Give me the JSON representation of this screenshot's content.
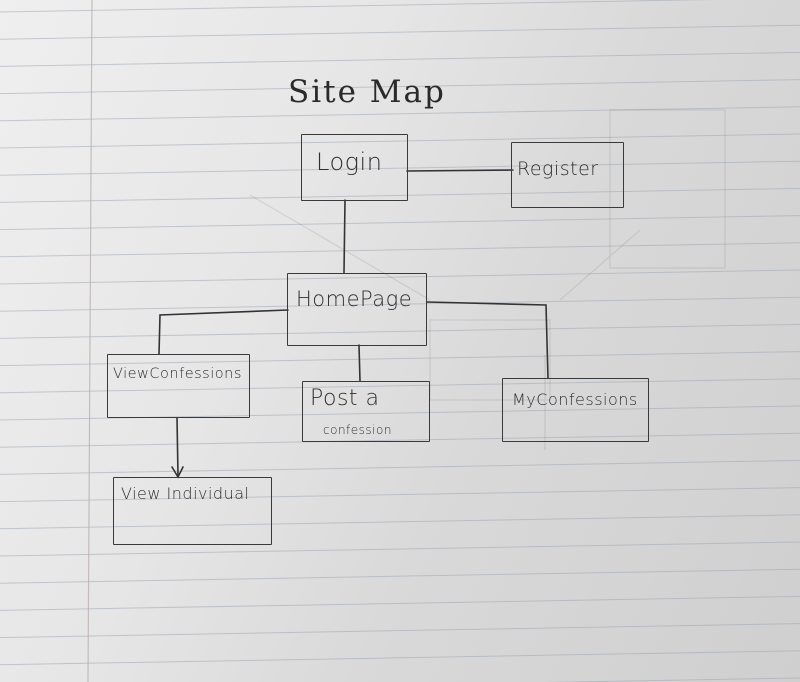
{
  "title": "Site Map",
  "nodes": {
    "login": {
      "label": "Login"
    },
    "register": {
      "label": "Register"
    },
    "homepage": {
      "label": "HomePage"
    },
    "view_confessions": {
      "label": "ViewConfessions"
    },
    "post_confession": {
      "label_line1": "Post a",
      "label_line2": "confession"
    },
    "my_confessions": {
      "label": "MyConfessions"
    },
    "view_individual": {
      "label": "View Individual"
    }
  },
  "colors": {
    "ink": "#333333",
    "paper": "#e4e4e4",
    "rule_line": "#a9b4c2",
    "margin_line": "#b8a6a6"
  }
}
